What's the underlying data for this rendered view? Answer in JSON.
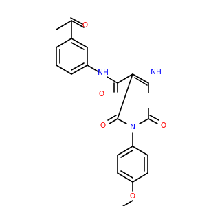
{
  "colors": {
    "bond": "#000000",
    "oxygen": "#ff0000",
    "nitrogen": "#0000ff",
    "background": "#ffffff"
  },
  "atoms": {
    "o_acetyl": "O",
    "nh_amide": "NH",
    "o_amide": "O",
    "nh_ring": "NH",
    "o_c4": "O",
    "n_ring": "N",
    "o_c2": "O",
    "o_methoxy": "O"
  }
}
